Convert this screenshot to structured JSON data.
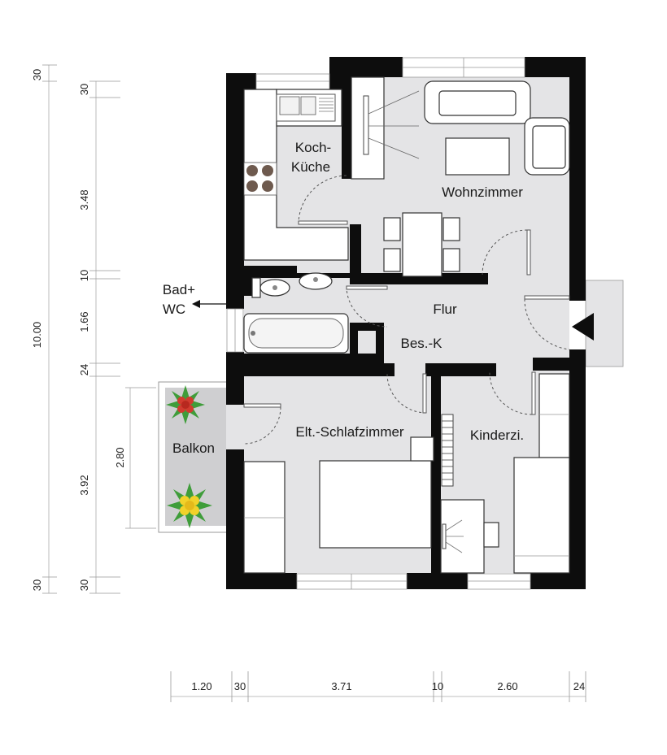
{
  "rooms": {
    "koch_line1": "Koch-",
    "koch_line2": "Küche",
    "wohnzimmer": "Wohnzimmer",
    "flur": "Flur",
    "bad_line1": "Bad+",
    "bad_line2": "WC",
    "besk": "Bes.-K",
    "eltern": "Elt.-Schlafzimmer",
    "kinder": "Kinderzi.",
    "balkon": "Balkon"
  },
  "dimensions": {
    "left_outer": {
      "total": "10.00",
      "top": "30",
      "bottom": "30"
    },
    "left_inner": {
      "top_wall": "30",
      "kitchen": "3.48",
      "wall1": "10",
      "bath": "1.66",
      "wall2": "24",
      "bedroom": "3.92",
      "bottom_wall": "30"
    },
    "balcony_depth": "2.80",
    "bottom": {
      "balcony": "1.20",
      "wall_left": "30",
      "bedroom": "3.71",
      "wall_mid": "10",
      "kids": "2.60",
      "wall_right": "24"
    }
  },
  "colors": {
    "wall": "#0d0d0d",
    "floor": "#e4e4e6",
    "furniture": "#ffffff",
    "flower_red": "#d23b2f",
    "flower_yellow": "#f2d22a",
    "leaf_green": "#3f9d3a"
  }
}
